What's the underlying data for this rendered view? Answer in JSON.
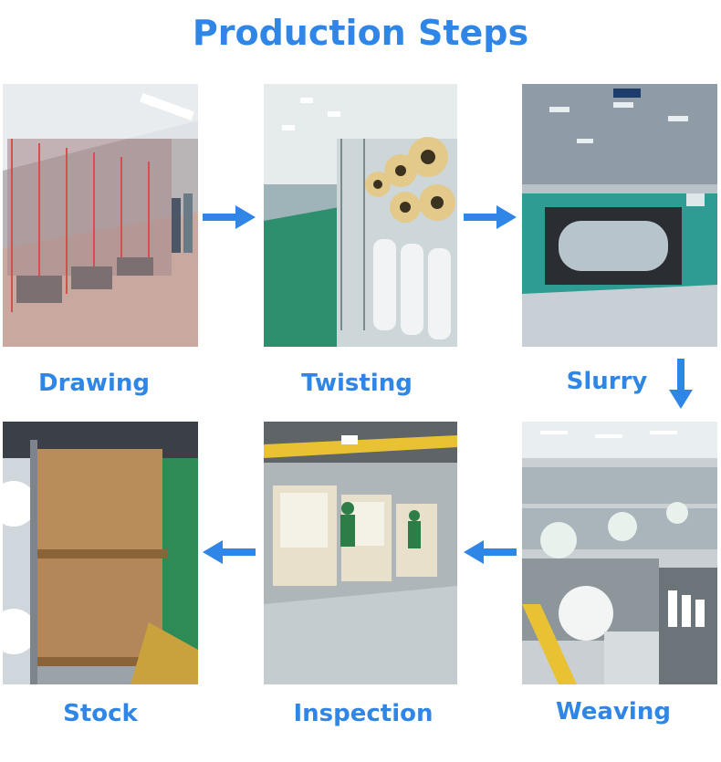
{
  "title": "Production Steps",
  "steps": [
    {
      "label": "Drawing"
    },
    {
      "label": "Twisting"
    },
    {
      "label": "Slurry"
    },
    {
      "label": "Weaving"
    },
    {
      "label": "Inspection"
    },
    {
      "label": "Stock"
    }
  ],
  "colors": {
    "accent": "#2f86e6"
  },
  "icons": [
    "arrow-right-icon",
    "arrow-down-icon",
    "arrow-left-icon"
  ]
}
